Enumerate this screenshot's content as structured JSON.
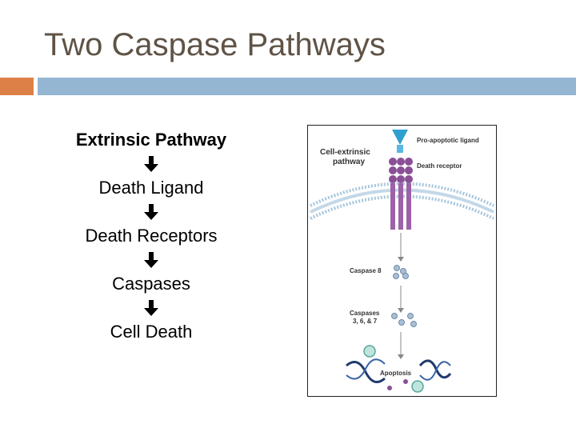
{
  "slide": {
    "title": "Two Caspase Pathways"
  },
  "flow": {
    "steps": [
      "Extrinsic Pathway",
      "Death Ligand",
      "Death Receptors",
      "Caspases",
      "Cell Death"
    ],
    "arrow_icon": "down-arrow-icon"
  },
  "figure": {
    "pathway_label_line1": "Cell-extrinsic",
    "pathway_label_line2": "pathway",
    "ligand_label": "Pro-apoptotic ligand",
    "receptor_label": "Death receptor",
    "caspase8_label": "Caspase 8",
    "caspases_label_line1": "Caspases",
    "caspases_label_line2": "3, 6, & 7",
    "apoptosis_label": "Apoptosis"
  },
  "colors": {
    "title": "#5f5346",
    "accent_orange": "#dd8047",
    "accent_blue": "#94b6d2",
    "ligand": "#2f9fd0",
    "receptor": "#8a4f96",
    "membrane": "#a7c6dc",
    "caspase": "#a9bfd6"
  }
}
